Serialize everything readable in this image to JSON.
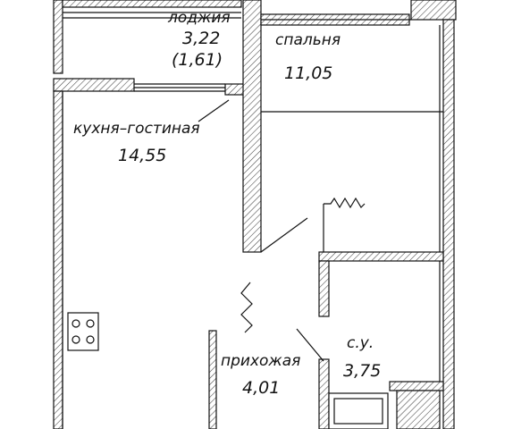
{
  "rooms": {
    "loggia": {
      "name": "лоджия",
      "area": "3,22",
      "area_reduced": "(1,61)"
    },
    "bedroom": {
      "name": "спальня",
      "area": "11,05"
    },
    "kitchen": {
      "name": "кухня–гостиная",
      "area": "14,55"
    },
    "hallway": {
      "name": "прихожая",
      "area": "4,01"
    },
    "bathroom": {
      "name": "с.у.",
      "area": "3,75"
    }
  },
  "colors": {
    "wall_hatch": "#444444",
    "line": "#111111",
    "background": "#ffffff"
  }
}
